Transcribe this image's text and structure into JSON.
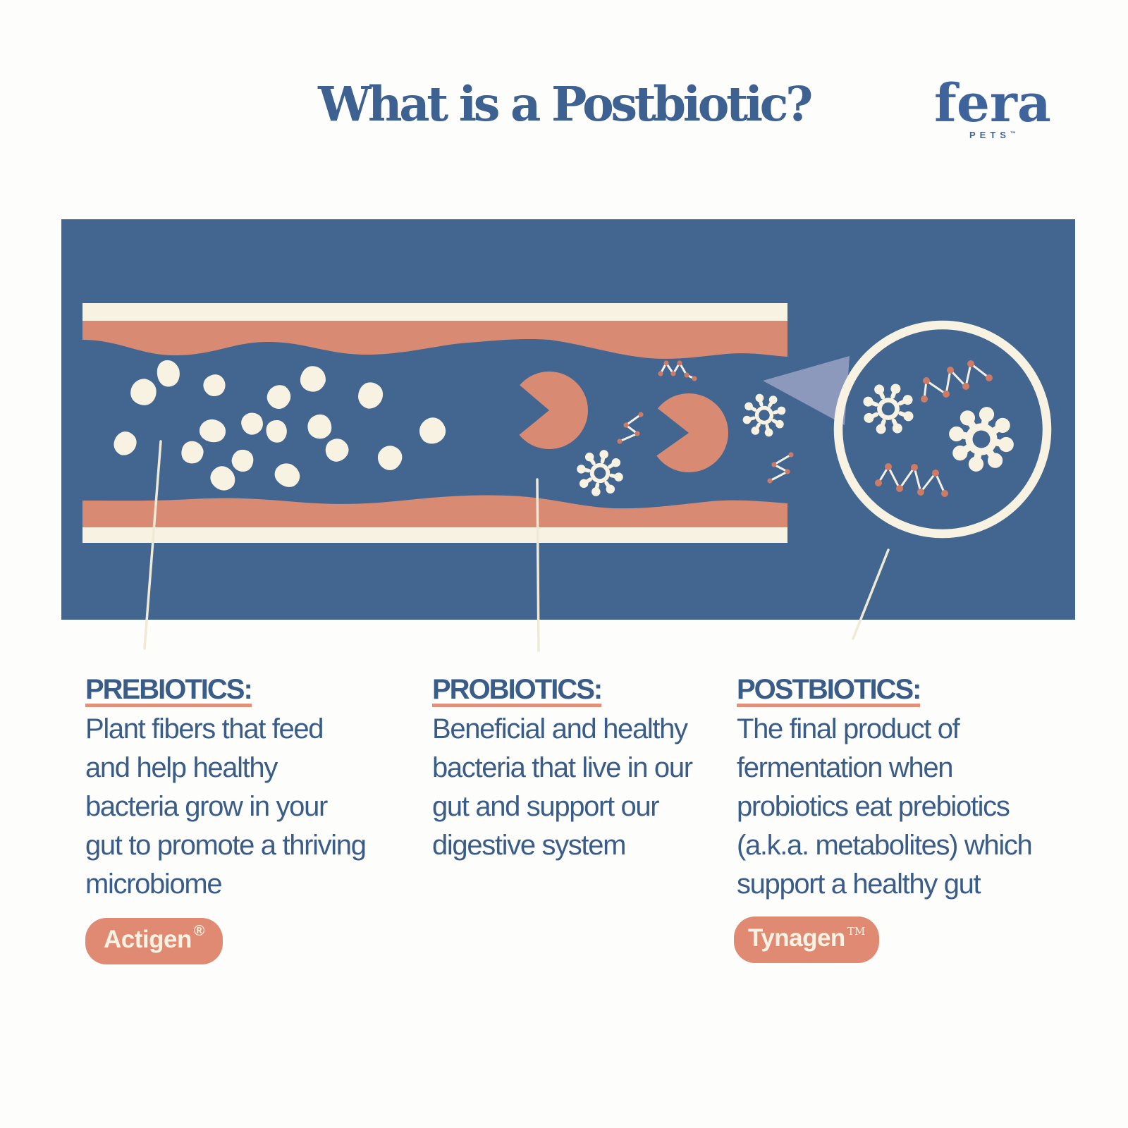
{
  "page": {
    "title": "What is a Postbiotic?"
  },
  "logo": {
    "brand": "fera",
    "sub": "PETS",
    "trademark": "™"
  },
  "columns": [
    {
      "id": "prebiotics",
      "heading": "PREBIOTICS:",
      "body": "Plant fibers that feed\nand help healthy\nbacteria grow in your\ngut to promote a thriving\nmicrobiome",
      "pill_label": "Actigen",
      "pill_mark": "®"
    },
    {
      "id": "probiotics",
      "heading": "PROBIOTICS:",
      "body": "Beneficial and healthy\nbacteria that live in our\ngut and support our\ndigestive system"
    },
    {
      "id": "postbiotics",
      "heading": "POSTBIOTICS:",
      "body": "The final product of\nfermentation when\nprobiotics eat prebiotics\n(a.k.a. metabolites) which\nsupport a healthy gut",
      "pill_label": "Tynagen",
      "pill_mark": "TM"
    }
  ],
  "illustration": {
    "description": "Cross-section of a gut tube: prebiotic fiber blobs are eaten by probiotic bacteria (pac-man shapes) producing postbiotic metabolite molecules, magnified in a circular call-out",
    "icons": [
      "intestine-wall-icon",
      "prebiotic-fiber-blob-icon",
      "probiotic-pacman-icon",
      "postbiotic-molecule-burst-icon",
      "metabolite-zigzag-chain-icon",
      "magnifier-circle-icon",
      "zoom-beam-icon"
    ]
  },
  "colors": {
    "bg": "#fdfdfb",
    "panel-blue": "#426690",
    "salmon": "#d98a73",
    "salmon-pill": "#e08a74",
    "salmon-underline": "#e2907b",
    "cream": "#f7f2e2",
    "text-blue": "#3a5c88",
    "title-blue": "#3d6190",
    "logo-blue": "#3e649b",
    "beam": "#8c99bd",
    "dot-salmon": "#cd7a66"
  }
}
